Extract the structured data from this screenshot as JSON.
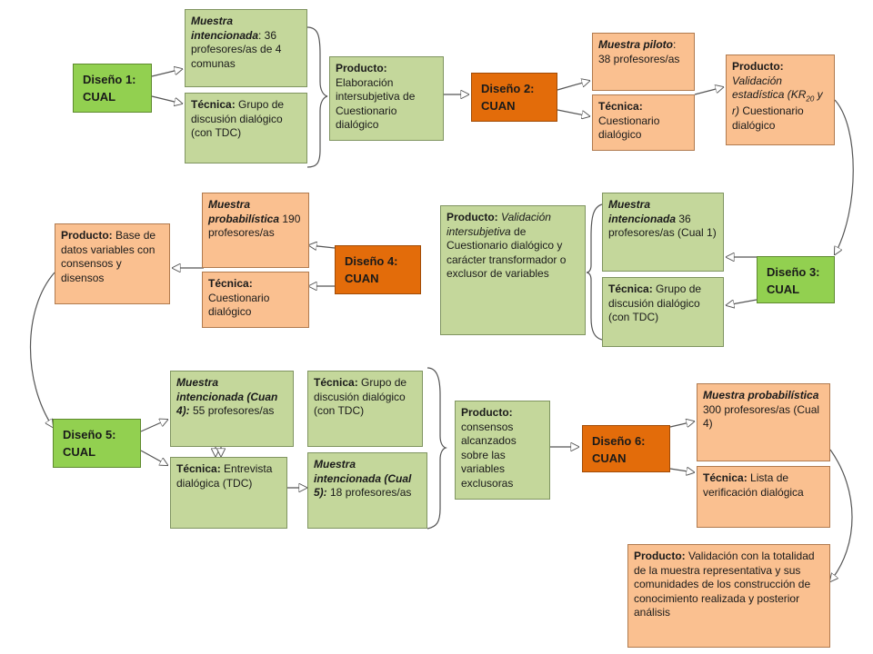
{
  "diseno1": {
    "line1": "Diseño 1:",
    "line2": "CUAL"
  },
  "m1": {
    "label": "Muestra intencionada",
    "text": ": 36 profesores/as de 4 comunas"
  },
  "t1": {
    "label": "Técnica:",
    "text": " Grupo de discusión dialógico (con TDC)"
  },
  "p1": {
    "label": "Producto:",
    "text": " Elaboración intersubjetiva de Cuestionario dialógico"
  },
  "diseno2": {
    "line1": "Diseño 2:",
    "line2": "CUAN"
  },
  "m2": {
    "label": "Muestra piloto",
    "text": ": 38 profesores/as"
  },
  "t2": {
    "label": "Técnica:",
    "text": " Cuestionario dialógico"
  },
  "p2": {
    "label": "Producto:",
    "italic": " Validación estadística (KR",
    "sub": "20",
    "italic2": " y r)",
    "text": " Cuestionario dialógico"
  },
  "m3": {
    "label": "Muestra intencionada",
    "text": " 36 profesores/as (Cual 1)"
  },
  "t3": {
    "label": "Técnica:",
    "text": " Grupo de discusión dialógico (con TDC)"
  },
  "diseno3": {
    "line1": "Diseño 3:",
    "line2": "CUAL"
  },
  "p3": {
    "label": "Producto:",
    "italic": " Validación intersubjetiva",
    "text": " de Cuestionario dialógico y carácter transformador o exclusor de variables"
  },
  "diseno4": {
    "line1": "Diseño 4:",
    "line2": "CUAN"
  },
  "m4": {
    "label": "Muestra probabilística",
    "text": " 190 profesores/as"
  },
  "t4": {
    "label": "Técnica:",
    "text": " Cuestionario dialógico"
  },
  "p4": {
    "label": "Producto:",
    "text": " Base de datos variables con consensos y disensos"
  },
  "diseno5": {
    "line1": "Diseño 5:",
    "line2": "CUAL"
  },
  "m5a": {
    "label": "Muestra intencionada (Cuan 4):",
    "text": " 55 profesores/as"
  },
  "t5a": {
    "label": "Técnica:",
    "text": " Entrevista dialógica (TDC)"
  },
  "t5b": {
    "label": "Técnica:",
    "text": " Grupo de discusión dialógico (con TDC)"
  },
  "m5b": {
    "label": "Muestra intencionada (Cual 5):",
    "text": " 18 profesores/as"
  },
  "p5": {
    "label": "Producto:",
    "text": " consensos alcanzados sobre las variables exclusoras"
  },
  "diseno6": {
    "line1": "Diseño 6:",
    "line2": "CUAN"
  },
  "m6": {
    "label": "Muestra probabilística",
    "text": " 300 profesores/as (Cual 4)"
  },
  "t6": {
    "label": "Técnica:",
    "text": " Lista de verificación dialógica"
  },
  "p6": {
    "label": "Producto:",
    "text": " Validación con la totalidad de la muestra representativa y sus comunidades de los construcción de conocimiento realizada y posterior análisis"
  }
}
